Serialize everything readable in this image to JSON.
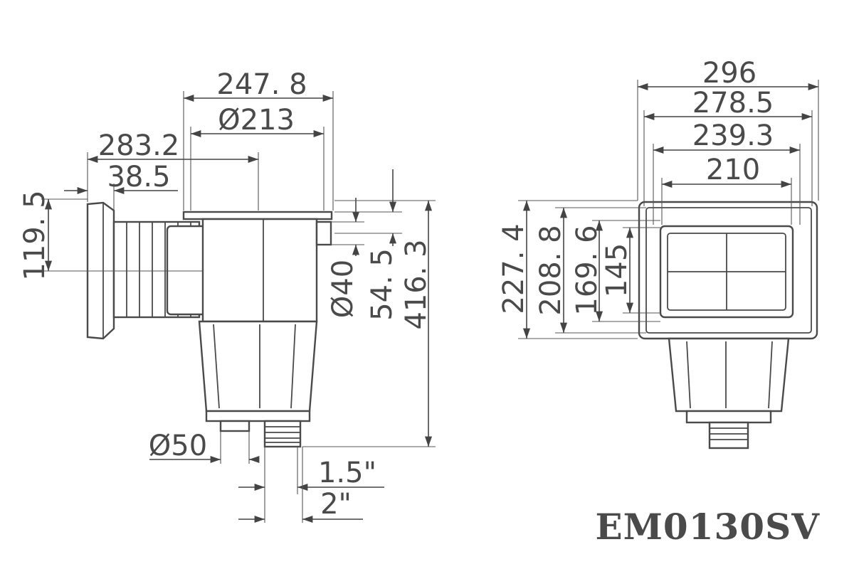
{
  "model": "EM0130SV",
  "side_view": {
    "dims": {
      "width_247_8": "247. 8",
      "dia_213": "Ø213",
      "width_283_2": "283.2",
      "width_38_5": "38.5",
      "height_119_5": "119. 5",
      "dia_40": "Ø40",
      "height_54_5": "54. 5",
      "height_416_3": "416. 3",
      "dia_50": "Ø50",
      "thread_1_5": "1.5\"",
      "thread_2": "2\""
    }
  },
  "front_view": {
    "dims": {
      "width_296": "296",
      "width_278_5": "278.5",
      "width_239_3": "239.3",
      "width_210": "210",
      "height_227_4": "227. 4",
      "height_208_8": "208. 8",
      "height_169_6": "169. 6",
      "height_145": "145"
    }
  }
}
